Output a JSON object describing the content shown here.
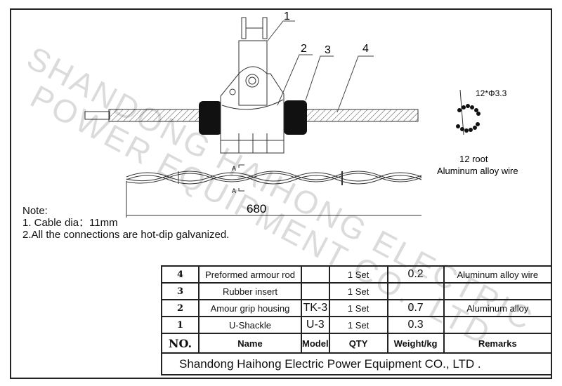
{
  "callouts": [
    "1",
    "2",
    "3",
    "4"
  ],
  "section_marks": [
    "A",
    "A"
  ],
  "dimension": "680",
  "cross_section": {
    "label": "12*Φ3.3",
    "caption_line1": "12 root",
    "caption_line2": "Aluminum alloy wire"
  },
  "notes": [
    "Note:",
    "1. Cable dia：11mm",
    "2.All the connections are hot-dip galvanized."
  ],
  "watermark": [
    "SHANDONG HAIHONG ELECTRIC",
    "POWER EQUIPMENT CO., LTD."
  ],
  "table": {
    "rows": [
      {
        "no": "4",
        "name": "Preformed armour rod",
        "model": "",
        "qty": "1",
        "unit": "Set",
        "weight": "0.2",
        "remarks": "Aluminum alloy wire"
      },
      {
        "no": "3",
        "name": "Rubber insert",
        "model": "",
        "qty": "1",
        "unit": "Set",
        "weight": "",
        "remarks": ""
      },
      {
        "no": "2",
        "name": "Amour grip housing",
        "model": "TK-3",
        "qty": "1",
        "unit": "Set",
        "weight": "0.7",
        "remarks": "Aluminum alloy"
      },
      {
        "no": "1",
        "name": "U-Shackle",
        "model": "U-3",
        "qty": "1",
        "unit": "Set",
        "weight": "0.3",
        "remarks": ""
      }
    ],
    "header": {
      "no": "NO.",
      "name": "Name",
      "model": "Model",
      "qty": "QTY",
      "weight": "Weight/kg",
      "remarks": "Remarks"
    },
    "company": "Shandong Haihong Electric Power Equipment CO., LTD ."
  }
}
